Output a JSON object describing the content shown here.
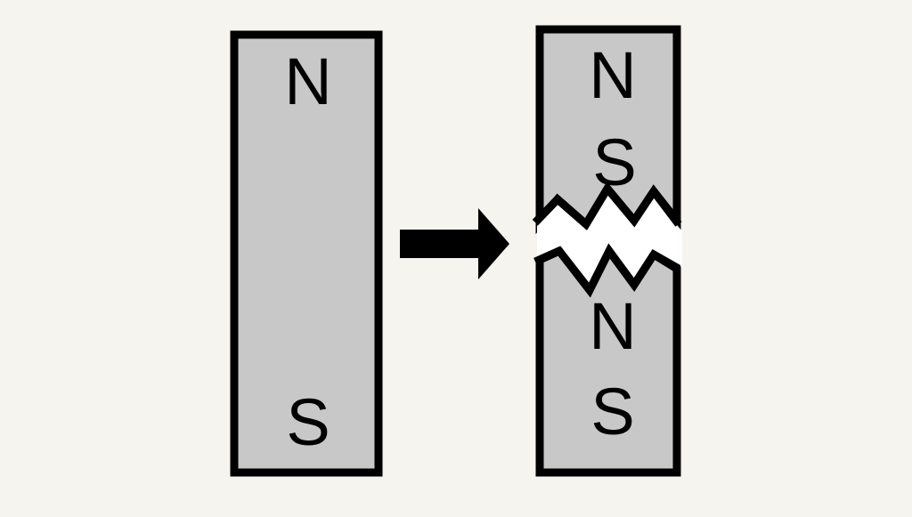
{
  "colors": {
    "background": "#f5f4ef",
    "magnet_fill": "#c8c8c8",
    "outline": "#000000",
    "gap": "#ffffff"
  },
  "whole_magnet": {
    "top_pole": "N",
    "bottom_pole": "S"
  },
  "arrow": {
    "icon": "right-arrow-icon"
  },
  "broken_magnet": {
    "upper_piece": {
      "top_pole": "N",
      "bottom_pole": "S"
    },
    "lower_piece": {
      "top_pole": "N",
      "bottom_pole": "S"
    }
  }
}
